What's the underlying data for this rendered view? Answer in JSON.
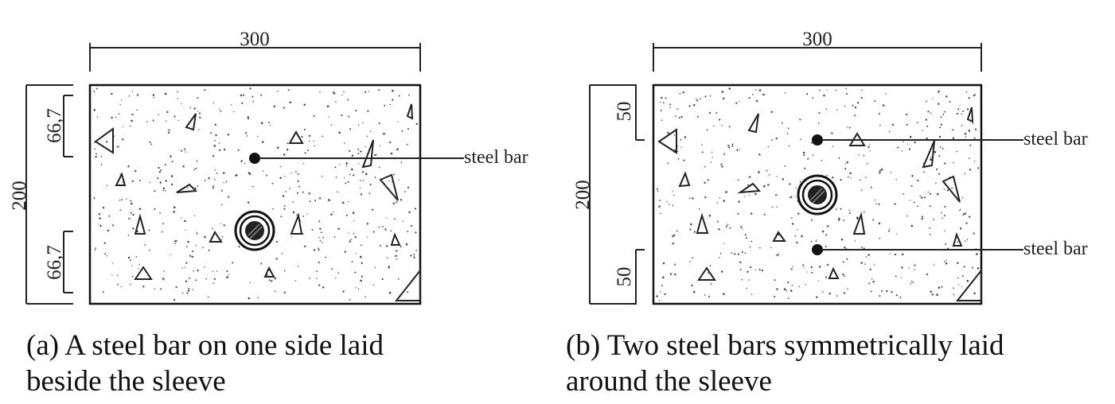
{
  "panel_a": {
    "width_dim": "300",
    "height_dim": "200",
    "top_dim": "66,7",
    "bottom_dim": "66,7",
    "bar_label": "steel bar",
    "caption_line1": "(a) A steel bar on one side laid",
    "caption_line2": "beside the sleeve"
  },
  "panel_b": {
    "width_dim": "300",
    "height_dim": "200",
    "top_dim": "50",
    "bottom_dim": "50",
    "bar_label_top": "steel bar",
    "bar_label_bottom": "steel bar",
    "caption_line1": "(b) Two steel bars symmetrically laid",
    "caption_line2": "around the sleeve"
  }
}
